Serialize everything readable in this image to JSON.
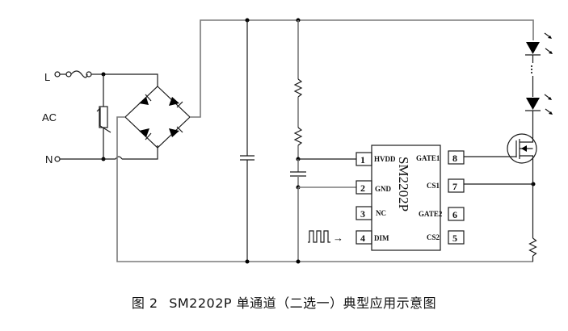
{
  "diagram": {
    "terminals": {
      "line": "L",
      "neutral": "N",
      "source": "AC"
    },
    "chip": {
      "name": "SM2202P",
      "pins": [
        {
          "number": "1",
          "name": "HVDD",
          "side": "left"
        },
        {
          "number": "2",
          "name": "GND",
          "side": "left"
        },
        {
          "number": "3",
          "name": "NC",
          "side": "left"
        },
        {
          "number": "4",
          "name": "DIM",
          "side": "left"
        },
        {
          "number": "8",
          "name": "GATE1",
          "side": "right"
        },
        {
          "number": "7",
          "name": "CS1",
          "side": "right"
        },
        {
          "number": "6",
          "name": "GATE2",
          "side": "right"
        },
        {
          "number": "5",
          "name": "CS2",
          "side": "right"
        }
      ]
    },
    "components": [
      "fuse",
      "varistor",
      "bridge-rectifier",
      "bulk-capacitor",
      "resistor-divider",
      "hvdd-capacitor",
      "led-string",
      "mosfet",
      "sense-resistor",
      "pwm-dim-signal"
    ],
    "dim_arrow": "→"
  },
  "caption": {
    "figure": "图 2",
    "title": "SM2202P 单通道（二选一）典型应用示意图"
  }
}
